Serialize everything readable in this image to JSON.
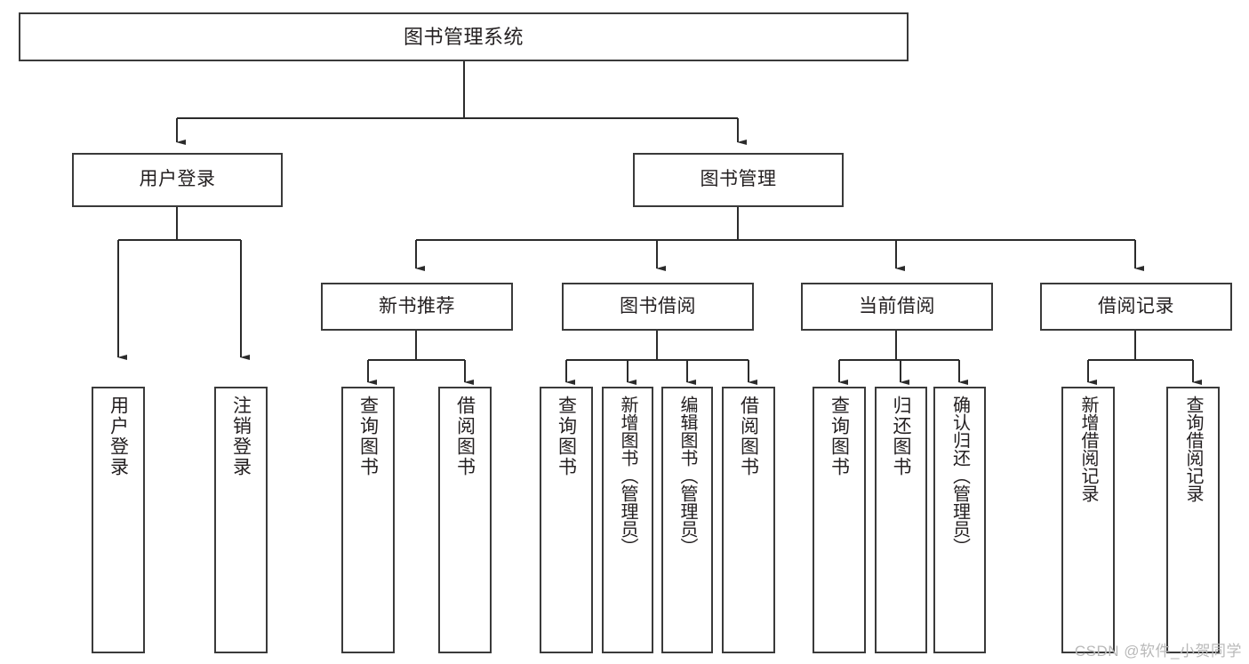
{
  "diagram": {
    "title": "图书管理系统",
    "type": "tree-hierarchy-chart",
    "watermark": "CSDN @软件_小贺同学",
    "colors": {
      "box_border": "#3a3a3a",
      "box_fill": "#ffffff",
      "text": "#231f20",
      "connector": "#2b2b2b",
      "watermark": "#b9b9b9"
    },
    "nodes": {
      "root": {
        "label": "图书管理系统"
      },
      "level2": [
        {
          "id": "user-login",
          "label": "用户登录"
        },
        {
          "id": "book-management",
          "label": "图书管理"
        }
      ],
      "level3": [
        {
          "id": "new-book-recommend",
          "label": "新书推荐"
        },
        {
          "id": "book-borrow",
          "label": "图书借阅"
        },
        {
          "id": "current-borrow",
          "label": "当前借阅"
        },
        {
          "id": "borrow-record",
          "label": "借阅记录"
        }
      ],
      "leaves": {
        "user_login": [
          {
            "id": "leaf-user-login",
            "label": "用户登录"
          },
          {
            "id": "leaf-logout-login",
            "label": "注销登录"
          }
        ],
        "new_book_recommend": [
          {
            "id": "leaf-query-book-1",
            "label": "查询图书"
          },
          {
            "id": "leaf-borrow-book-1",
            "label": "借阅图书"
          }
        ],
        "book_borrow": [
          {
            "id": "leaf-query-book-2",
            "label": "查询图书"
          },
          {
            "id": "leaf-add-book-admin",
            "label": "新增图书（管理员）"
          },
          {
            "id": "leaf-edit-book-admin",
            "label": "编辑图书（管理员）"
          },
          {
            "id": "leaf-borrow-book-2",
            "label": "借阅图书"
          }
        ],
        "current_borrow": [
          {
            "id": "leaf-query-book-3",
            "label": "查询图书"
          },
          {
            "id": "leaf-return-book",
            "label": "归还图书"
          },
          {
            "id": "leaf-confirm-return-admin",
            "label": "确认归还（管理员）"
          }
        ],
        "borrow_record": [
          {
            "id": "leaf-add-borrow-record",
            "label": "新增借阅记录"
          },
          {
            "id": "leaf-query-borrow-record",
            "label": "查询借阅记录"
          }
        ]
      }
    }
  }
}
